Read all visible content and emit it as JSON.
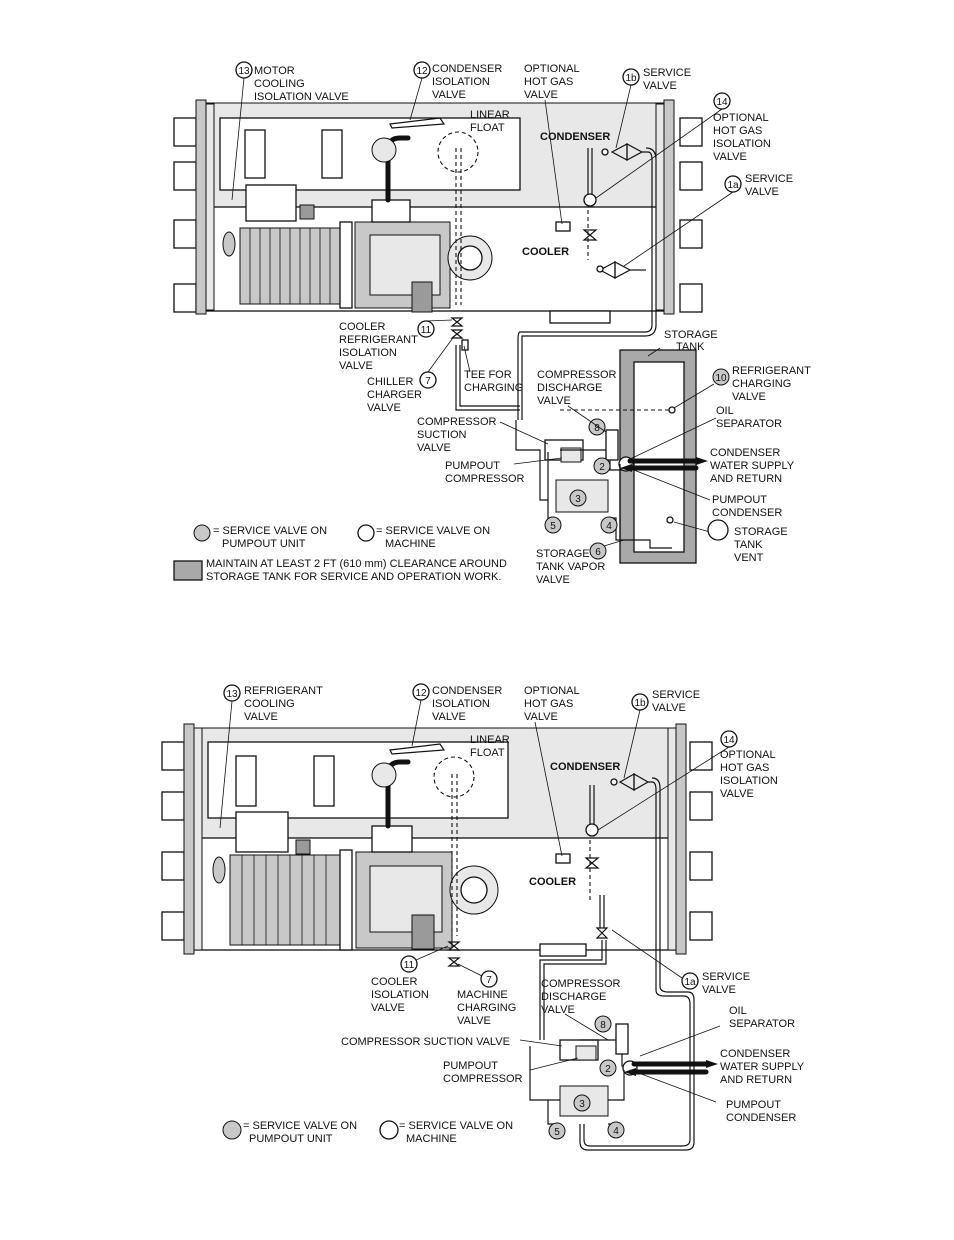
{
  "diagram1": {
    "labels": {
      "motor_cooling_isolation_valve": [
        "MOTOR",
        "COOLING",
        "ISOLATION VALVE"
      ],
      "condenser_isolation_valve": [
        "CONDENSER",
        "ISOLATION",
        "VALVE"
      ],
      "optional_hot_gas_valve": [
        "OPTIONAL",
        "HOT GAS",
        "VALVE"
      ],
      "service_valve_1b": [
        "SERVICE",
        "VALVE"
      ],
      "linear_float": [
        "LINEAR",
        "FLOAT"
      ],
      "condenser": "CONDENSER",
      "optional_hot_gas_isolation_valve": [
        "OPTIONAL",
        "HOT GAS",
        "ISOLATION",
        "VALVE"
      ],
      "service_valve_1a": [
        "SERVICE",
        "VALVE"
      ],
      "cooler": "COOLER",
      "storage_tank": [
        "STORAGE",
        "TANK"
      ],
      "cooler_refrigerant_isolation_valve": [
        "COOLER",
        "REFRIGERANT",
        "ISOLATION",
        "VALVE"
      ],
      "chiller_charger_valve": [
        "CHILLER",
        "CHARGER",
        "VALVE"
      ],
      "tee_for_charging": [
        "TEE FOR",
        "CHARGING"
      ],
      "compressor_discharge_valve": [
        "COMPRESSOR",
        "DISCHARGE",
        "VALVE"
      ],
      "refrigerant_charging_valve": [
        "REFRIGERANT",
        "CHARGING",
        "VALVE"
      ],
      "compressor_suction_valve": [
        "COMPRESSOR",
        "SUCTION",
        "VALVE"
      ],
      "oil_separator": [
        "OIL",
        "SEPARATOR"
      ],
      "pumpout_compressor": [
        "PUMPOUT",
        "COMPRESSOR"
      ],
      "condenser_water": [
        "CONDENSER",
        "WATER SUPPLY",
        "AND RETURN"
      ],
      "pumpout_condenser": [
        "PUMPOUT",
        "CONDENSER"
      ],
      "storage_tank_vent": [
        "STORAGE",
        "TANK",
        "VENT"
      ],
      "storage_tank_vapor_valve": [
        "STORAGE",
        "TANK VAPOR",
        "VALVE"
      ]
    },
    "numbers": {
      "n13": "13",
      "n12": "12",
      "n1b": "1b",
      "n14": "14",
      "n1a": "1a",
      "n11": "11",
      "n7": "7",
      "n10": "10",
      "n8": "8",
      "n2": "2",
      "n3": "3",
      "n5": "5",
      "n4": "4",
      "n6": "6"
    },
    "legend": {
      "pumpout": [
        "= SERVICE VALVE ON",
        "PUMPOUT UNIT"
      ],
      "machine": [
        "= SERVICE VALVE ON",
        "MACHINE"
      ],
      "clearance": [
        "MAINTAIN AT LEAST 2 FT (610 mm) CLEARANCE AROUND",
        "STORAGE TANK FOR SERVICE AND OPERATION WORK."
      ]
    }
  },
  "diagram2": {
    "labels": {
      "refrigerant_cooling_valve": [
        "REFRIGERANT",
        "COOLING",
        "VALVE"
      ],
      "condenser_isolation_valve": [
        "CONDENSER",
        "ISOLATION",
        "VALVE"
      ],
      "optional_hot_gas_valve": [
        "OPTIONAL",
        "HOT GAS",
        "VALVE"
      ],
      "service_valve_1b": [
        "SERVICE",
        "VALVE"
      ],
      "linear_float": [
        "LINEAR",
        "FLOAT"
      ],
      "condenser": "CONDENSER",
      "optional_hot_gas_isolation_valve": [
        "OPTIONAL",
        "HOT GAS",
        "ISOLATION",
        "VALVE"
      ],
      "cooler": "COOLER",
      "service_valve_1a": [
        "SERVICE",
        "VALVE"
      ],
      "cooler_isolation_valve": [
        "COOLER",
        "ISOLATION",
        "VALVE"
      ],
      "machine_charging_valve": [
        "MACHINE",
        "CHARGING",
        "VALVE"
      ],
      "compressor_discharge_valve": [
        "COMPRESSOR",
        "DISCHARGE",
        "VALVE"
      ],
      "oil_separator": [
        "OIL",
        "SEPARATOR"
      ],
      "compressor_suction_valve": "COMPRESSOR SUCTION VALVE",
      "condenser_water": [
        "CONDENSER",
        "WATER SUPPLY",
        "AND RETURN"
      ],
      "pumpout_compressor": [
        "PUMPOUT",
        "COMPRESSOR"
      ],
      "pumpout_condenser": [
        "PUMPOUT",
        "CONDENSER"
      ]
    },
    "numbers": {
      "n13": "13",
      "n12": "12",
      "n1b": "1b",
      "n14": "14",
      "n1a": "1a",
      "n11": "11",
      "n7": "7",
      "n8": "8",
      "n2": "2",
      "n3": "3",
      "n5": "5",
      "n4": "4"
    },
    "legend": {
      "pumpout": [
        "= SERVICE VALVE ON",
        "PUMPOUT UNIT"
      ],
      "machine": [
        "= SERVICE VALVE ON",
        "MACHINE"
      ]
    }
  }
}
